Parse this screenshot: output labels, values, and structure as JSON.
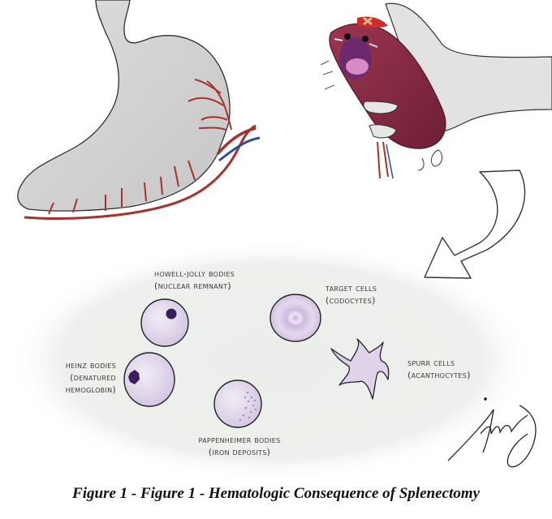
{
  "figure": {
    "caption": "Figure 1 - Figure 1 - Hematologic Consequence of Splenectomy",
    "illustrations": {
      "stomach": "stomach-with-gastroepiploic-vessels",
      "spleen": "crying-spleen-held-by-gloved-hand",
      "arrow": "curved-arrow-down-left",
      "signature": "artist-signature"
    },
    "cells": [
      {
        "id": "howell-jolly",
        "title": "Howell-Jolly Bodies",
        "subtitle": "(nuclear remnant)"
      },
      {
        "id": "target",
        "title": "Target cells",
        "subtitle": "(codocytes)"
      },
      {
        "id": "heinz",
        "title": "Heinz bodies",
        "subtitle": "(denatured",
        "subtitle2": "hemoglobin)"
      },
      {
        "id": "spurr",
        "title": "Spurr cells",
        "subtitle": "(acanthocytes)"
      },
      {
        "id": "pappenheimer",
        "title": "Pappenheimer bodies",
        "subtitle": "(iron deposits)"
      }
    ],
    "colors": {
      "background": "#ffffff",
      "panel": "#eef0ee",
      "cell_fill": "#e3d9ec",
      "cell_inclusion": "#3b1f5c",
      "artery": "#a6322c",
      "vein": "#2b4f9c",
      "spleen": "#8a2c45",
      "stomach": "#d3d3d3"
    }
  }
}
